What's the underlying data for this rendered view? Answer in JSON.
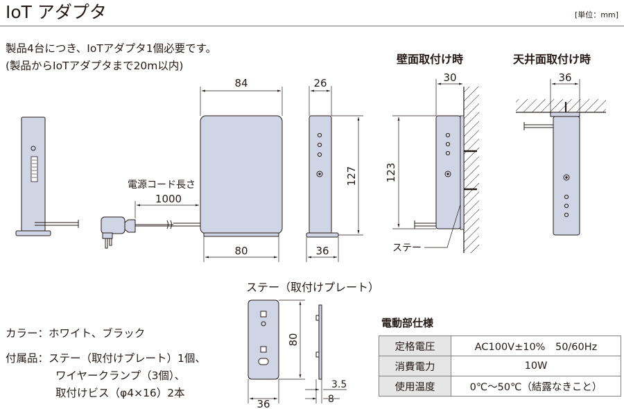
{
  "title": "IoT アダプタ",
  "unit": "[単位：mm]",
  "notes": [
    "製品4台につき、IoTアダプタ1個必要です。",
    "(製品からIoTアダプタまで20m以内)"
  ],
  "views": {
    "wall_mount_title": "壁面取付け時",
    "ceiling_mount_title": "天井面取付け時",
    "plate_title": "ステー（取付けプレート）"
  },
  "labels": {
    "cord_length": "電源コード長さ",
    "stay": "ステー"
  },
  "dimensions": {
    "front_width": "84",
    "front_base_width": "80",
    "cord": "1000",
    "side_depth": "26",
    "side_base_depth": "36",
    "height": "127",
    "wall_depth": "30",
    "wall_height": "123",
    "ceiling_depth": "36",
    "plate_height": "80",
    "plate_width": "36",
    "plate_thickness": "3.5",
    "plate_depth": "8"
  },
  "accessories": {
    "color": "カラー：ホワイト、ブラック",
    "included_1": "付属品：ステー（取付けプレート）1個、",
    "included_2": "ワイヤークランプ（3個）、",
    "included_3": "取付けビス（φ4×16）2本"
  },
  "spec": {
    "title": "電動部仕様",
    "rows": [
      {
        "key": "定格電圧",
        "value": "AC100V±10%　50/60Hz"
      },
      {
        "key": "消費電力",
        "value": "10W"
      },
      {
        "key": "使用温度",
        "value": "0℃～50℃（結露なきこと）"
      }
    ]
  },
  "colors": {
    "device_fill": "#d0d5e5",
    "outline": "#231815",
    "table_header": "#e6e6e6"
  }
}
